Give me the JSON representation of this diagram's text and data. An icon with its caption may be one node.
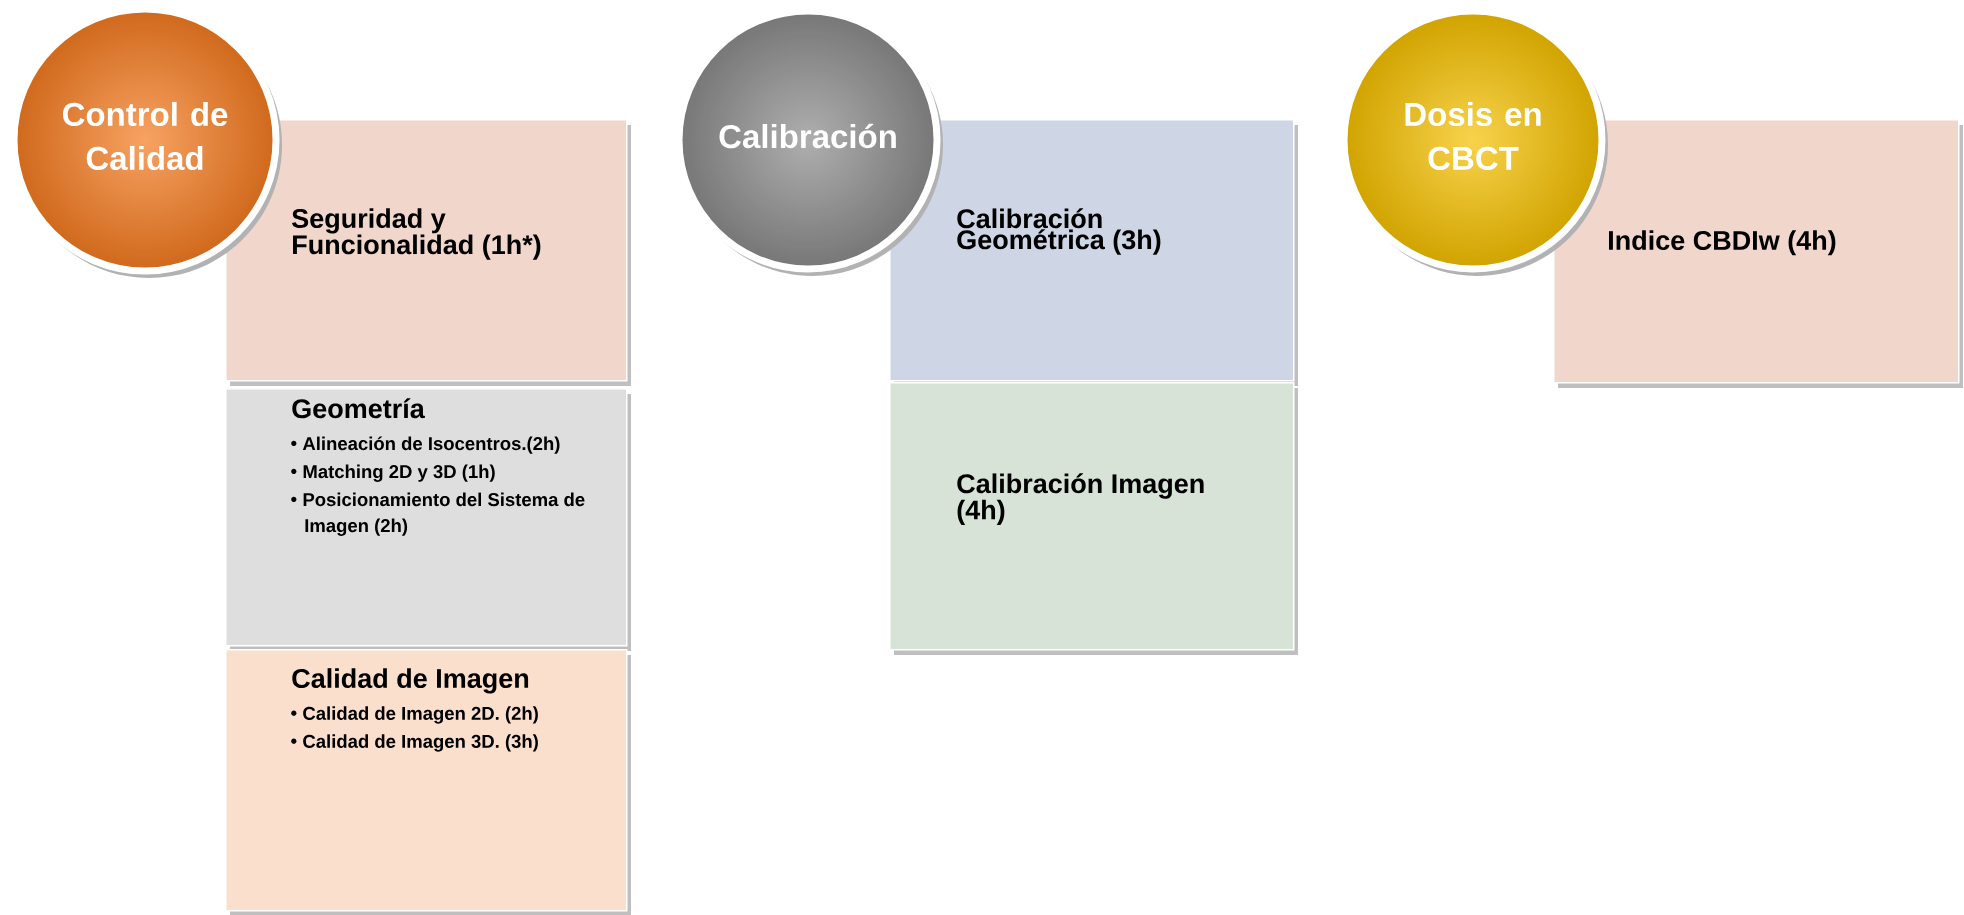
{
  "diagram": {
    "nodes": [
      {
        "text": [
          "Control de Calidad"
        ]
      },
      {
        "text": [
          "Seguridad y Funcionalidad (1h*)"
        ]
      },
      {
        "text": [
          "Geometría",
          "Alineación de Isocentros.(2h)",
          "Matching 2D y 3D (1h)",
          "Posicionamiento del Sistema de Imagen (2h)"
        ]
      },
      {
        "text": [
          "Calidad de Imagen",
          "Calidad de Imagen 2D. (2h)",
          "Calidad de Imagen 3D. (3h)"
        ]
      },
      {
        "text": [
          "Calibración"
        ]
      },
      {
        "text": [
          "Calibración Geométrica (3h)"
        ]
      },
      {
        "text": [
          "Calibración Imagen (4h)"
        ]
      },
      {
        "text": [
          "Dosis en CBCT"
        ]
      },
      {
        "text": [
          "Indice CBDIw (4h)"
        ]
      }
    ]
  }
}
